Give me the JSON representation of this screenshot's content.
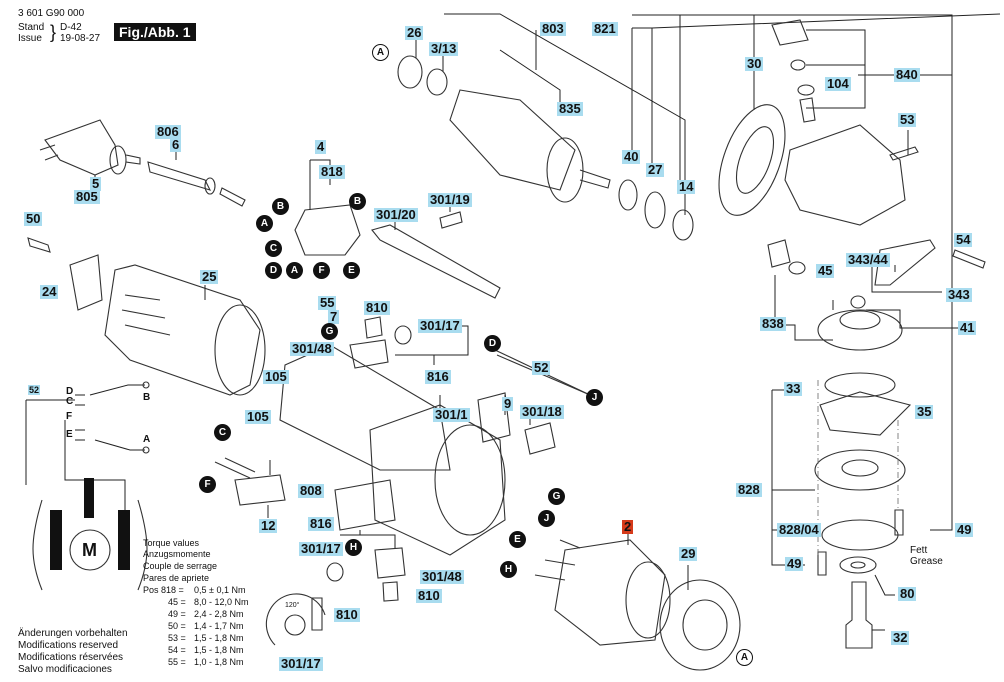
{
  "header": {
    "document_number": "3 601 G90 000",
    "stand_label": "Stand",
    "issue_label": "Issue",
    "stand_value": "D-42",
    "issue_value": "19-08-27",
    "figure_label": "Fig./Abb. 1"
  },
  "colors": {
    "label_bg": "#a9dcef",
    "highlight_label_bg": "#d63a1a"
  },
  "part_labels": {
    "p26": "26",
    "p3_13": "3/13",
    "p803": "803",
    "p821": "821",
    "p835": "835",
    "p30": "30",
    "p104": "104",
    "p840": "840",
    "p53": "53",
    "p806": "806",
    "p6": "6",
    "p5": "5",
    "p805": "805",
    "p4": "4",
    "p818": "818",
    "p301_19": "301/19",
    "p301_20": "301/20",
    "p40": "40",
    "p27": "27",
    "p14": "14",
    "p50": "50",
    "p24": "24",
    "p25": "25",
    "p54": "54",
    "p343_44": "343/44",
    "p45": "45",
    "p343": "343",
    "p838": "838",
    "p41": "41",
    "p55": "55",
    "p7": "7",
    "p810a": "810",
    "p301_17a": "301/17",
    "p301_48a": "301/48",
    "p816a": "816",
    "p105a": "105",
    "p105b": "105",
    "p52a": "52",
    "p9": "9",
    "p301_18": "301/18",
    "p301_1": "301/1",
    "p33": "33",
    "p35": "35",
    "p828": "828",
    "p828_04": "828/04",
    "p49a": "49",
    "p49b": "49",
    "p80": "80",
    "p32": "32",
    "p52b": "52",
    "p12": "12",
    "p808": "808",
    "p816b": "816",
    "p301_17b": "301/17",
    "p301_48b": "301/48",
    "p810b": "810",
    "p810c": "810",
    "p301_17c": "301/17",
    "p2": "2",
    "p29": "29"
  },
  "connectors": {
    "A1": "A",
    "B1": "B",
    "A2": "A",
    "B2": "B",
    "C1": "C",
    "D1": "D",
    "A3": "A",
    "F1": "F",
    "E1": "E",
    "G1": "G",
    "D2": "D",
    "J1": "J",
    "C2": "C",
    "F2": "F",
    "H1": "H",
    "G2": "G",
    "J2": "J",
    "E2": "E",
    "H2": "H",
    "A4": "A"
  },
  "wiring": {
    "D": "D",
    "C": "C",
    "F": "F",
    "E": "E",
    "B": "B",
    "A": "A",
    "motor": "M"
  },
  "annotations": {
    "angle": "120°",
    "fett": "Fett",
    "grease": "Grease"
  },
  "torque": {
    "titles": [
      "Torque values",
      "Anzugsmomente",
      "Couple de serrage",
      "Pares de apriete"
    ],
    "rows": [
      {
        "pos": "Pos 818 =",
        "value": "0,5 ± 0,1 Nm"
      },
      {
        "pos": "45 =",
        "value": "8,0 - 12,0 Nm"
      },
      {
        "pos": "49 =",
        "value": "2,4 - 2,8 Nm"
      },
      {
        "pos": "50 =",
        "value": "1,4 - 1,7 Nm"
      },
      {
        "pos": "53 =",
        "value": "1,5 - 1,8 Nm"
      },
      {
        "pos": "54 =",
        "value": "1,5 - 1,8 Nm"
      },
      {
        "pos": "55 =",
        "value": "1,0 - 1,8 Nm"
      }
    ]
  },
  "disclaimer": [
    "Änderungen vorbehalten",
    "Modifications reserved",
    "Modifications réservées",
    "Salvo modificaciones"
  ]
}
